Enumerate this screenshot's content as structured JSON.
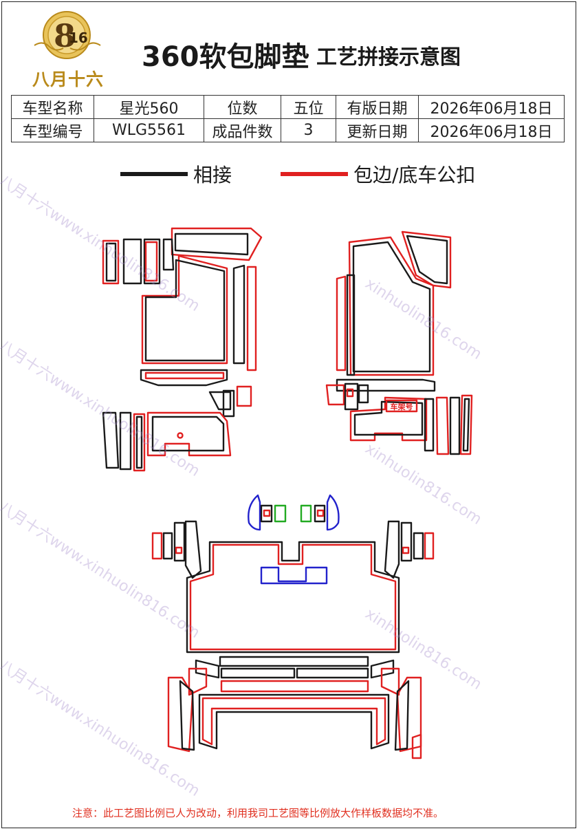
{
  "header": {
    "logo_text": "八月十六",
    "title_main": "360软包脚垫",
    "title_sub": "工艺拼接示意图"
  },
  "info_table": {
    "row1": {
      "model_name_label": "车型名称",
      "model_name_value": "星光560",
      "positions_label": "位数",
      "positions_value": "五位",
      "issue_date_label": "有版日期",
      "issue_date_value": "2026年06月18日"
    },
    "row2": {
      "model_code_label": "车型编号",
      "model_code_value": "WLG5561",
      "pieces_label": "成品件数",
      "pieces_value": "3",
      "update_date_label": "更新日期",
      "update_date_value": "2026年06月18日"
    }
  },
  "legend": {
    "joint_label": "相接",
    "joint_color": "#1a1a1a",
    "edge_label": "包边/底车公扣",
    "edge_color": "#e02020"
  },
  "diagram": {
    "part_tag": "车架号",
    "outline_colors": {
      "joint": "#1a1a1a",
      "edge": "#e02020",
      "blue": "#2222cc",
      "green": "#22aa22"
    }
  },
  "watermark": {
    "text_a": "八月十六www.xinhuolin816.com",
    "text_b": "xinhuolin816.com"
  },
  "footer": {
    "note": "注意：此工艺图比例已人为改动，利用我司工艺图等比例放大作样板数据均不准。"
  }
}
